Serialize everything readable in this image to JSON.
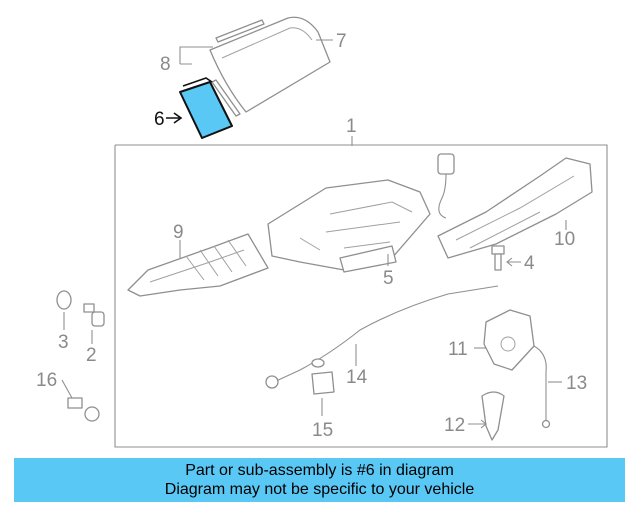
{
  "diagram": {
    "callouts": {
      "c1": "1",
      "c2": "2",
      "c3": "3",
      "c4": "4",
      "c5": "5",
      "c6": "6",
      "c7": "7",
      "c8": "8",
      "c9": "9",
      "c10": "10",
      "c11": "11",
      "c12": "12",
      "c13": "13",
      "c14": "14",
      "c15": "15",
      "c16": "16"
    },
    "highlighted_part": "6",
    "colors": {
      "highlight": "#5ac8f5",
      "line": "#8f8f8f",
      "banner": "#5ac8f5"
    }
  },
  "banner": {
    "line1": "Part or sub-assembly is #6 in diagram",
    "line2": "Diagram may not be specific to your vehicle"
  }
}
